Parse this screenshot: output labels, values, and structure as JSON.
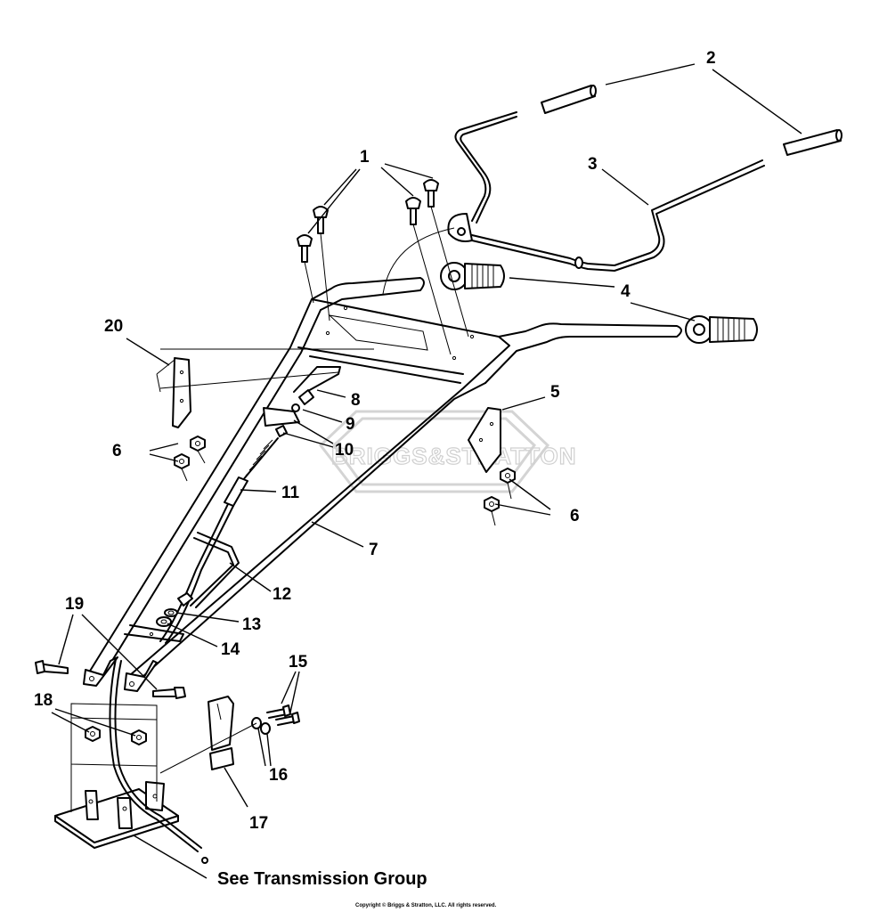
{
  "callouts": [
    "1",
    "2",
    "3",
    "4",
    "5",
    "6",
    "6",
    "7",
    "8",
    "9",
    "10",
    "11",
    "12",
    "13",
    "14",
    "15",
    "16",
    "17",
    "18",
    "19",
    "20"
  ],
  "reference_note": "See Transmission Group",
  "copyright": "Copyright © Briggs & Stratton, LLC. All rights reserved.",
  "watermark": "BRIGGS&STRATTON",
  "colors": {
    "line": "#000000",
    "watermark": "#d0d0d0",
    "background": "#ffffff"
  }
}
